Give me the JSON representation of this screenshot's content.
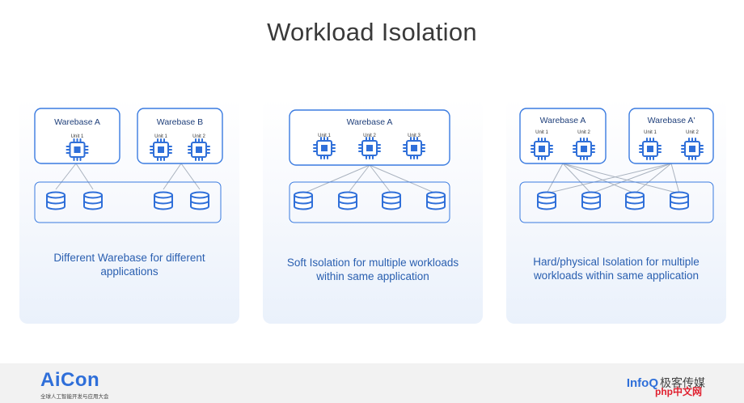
{
  "title": "Workload Isolation",
  "colors": {
    "accent": "#2f6fd9",
    "line": "#a9b2bf",
    "caption": "#2a5fb0"
  },
  "panels": [
    {
      "caption_line1": "Different Warebase for different",
      "caption_line2": "applications",
      "warebases": [
        {
          "label": "Warebase A",
          "units": [
            "Unit 1"
          ]
        },
        {
          "label": "Warebase B",
          "units": [
            "Unit 1",
            "Unit 2"
          ]
        }
      ]
    },
    {
      "caption_line1": "Soft Isolation for multiple workloads",
      "caption_line2": "within same application",
      "warebases": [
        {
          "label": "Warebase A",
          "units": [
            "Unit 1",
            "Unit 2",
            "Unit 3"
          ]
        }
      ]
    },
    {
      "caption_line1": "Hard/physical Isolation for multiple",
      "caption_line2": "workloads within same application",
      "warebases": [
        {
          "label": "Warebase A",
          "units": [
            "Unit 1",
            "Unit 2"
          ]
        },
        {
          "label": "Warebase A'",
          "units": [
            "Unit 1",
            "Unit 2"
          ]
        }
      ]
    }
  ],
  "footer": {
    "left_logo": "AiCon",
    "left_sub": "全球人工智能开发与应用大会",
    "right_logo": "InfoQ",
    "right_cn": "极客传媒",
    "watermark": "php中文网"
  }
}
